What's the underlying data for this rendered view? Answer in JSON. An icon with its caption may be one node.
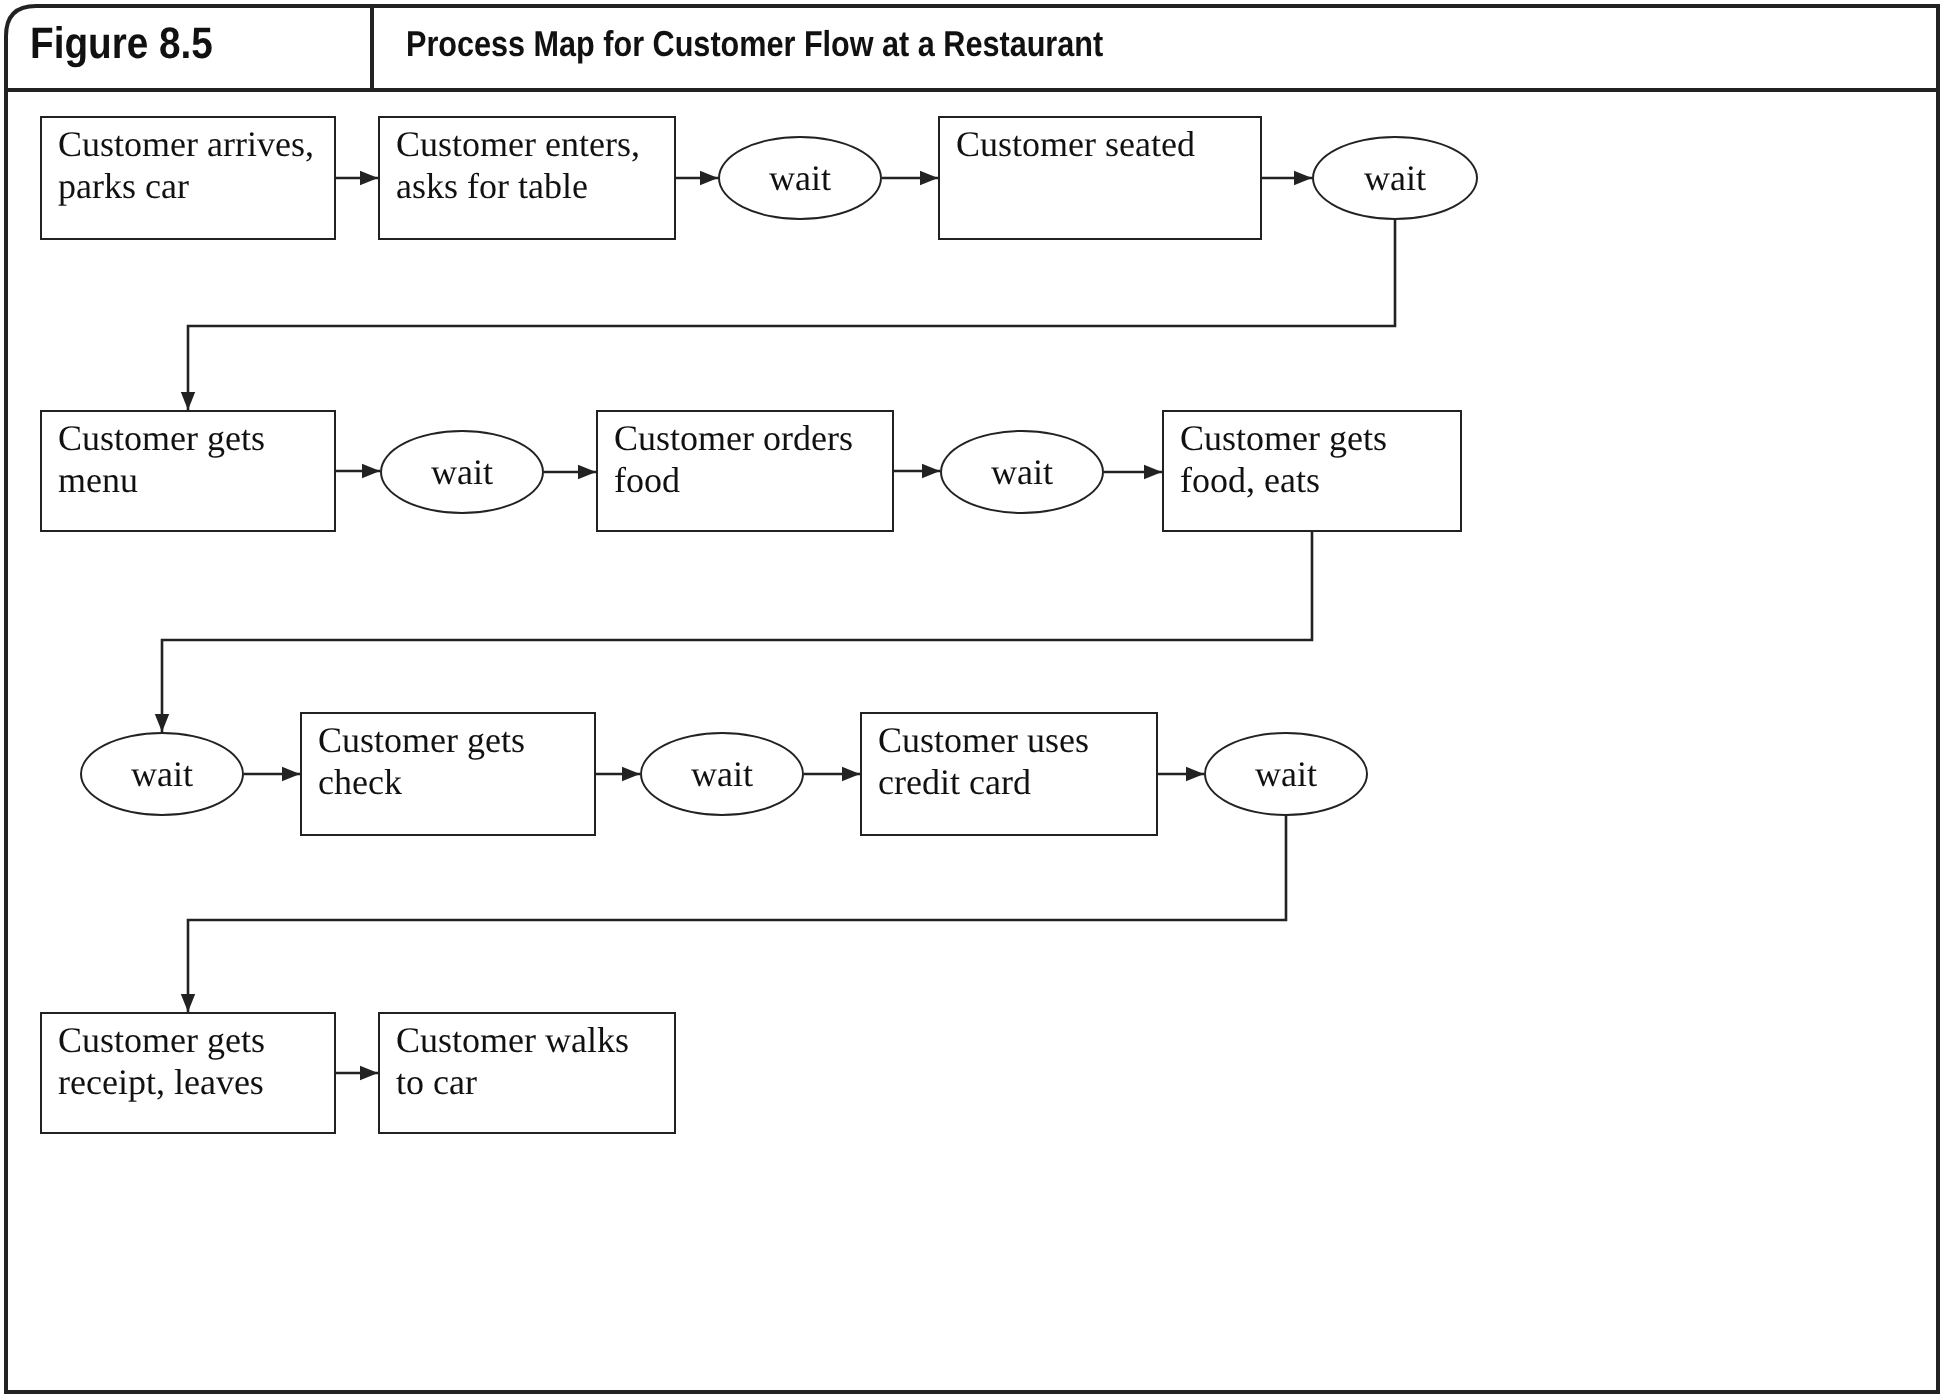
{
  "diagram": {
    "title": "Process Map for Customer Flow at a Restaurant",
    "labels": [
      "Figure 8.5"
    ],
    "nodes": [
      {
        "text": [
          "Customer arrives, parks car"
        ]
      },
      {
        "text": [
          "Customer enters, asks for table"
        ]
      },
      {
        "text": [
          "wait"
        ]
      },
      {
        "text": [
          "Customer seated"
        ]
      },
      {
        "text": [
          "wait"
        ]
      },
      {
        "text": [
          "Customer gets menu"
        ]
      },
      {
        "text": [
          "wait"
        ]
      },
      {
        "text": [
          "Customer orders food"
        ]
      },
      {
        "text": [
          "wait"
        ]
      },
      {
        "text": [
          "Customer gets food, eats"
        ]
      },
      {
        "text": [
          "wait"
        ]
      },
      {
        "text": [
          "Customer gets check"
        ]
      },
      {
        "text": [
          "wait"
        ]
      },
      {
        "text": [
          "Customer uses credit card"
        ]
      },
      {
        "text": [
          "wait"
        ]
      },
      {
        "text": [
          "Customer gets receipt, leaves"
        ]
      },
      {
        "text": [
          "Customer walks to car"
        ]
      }
    ],
    "edges": [
      {
        "from": 0,
        "to": 1,
        "arrow": "to"
      },
      {
        "from": 1,
        "to": 2,
        "arrow": "to"
      },
      {
        "from": 2,
        "to": 3,
        "arrow": "to"
      },
      {
        "from": 3,
        "to": 4,
        "arrow": "to"
      },
      {
        "from": 4,
        "to": 5,
        "arrow": "to"
      },
      {
        "from": 5,
        "to": 6,
        "arrow": "to"
      },
      {
        "from": 6,
        "to": 7,
        "arrow": "to"
      },
      {
        "from": 7,
        "to": 8,
        "arrow": "to"
      },
      {
        "from": 8,
        "to": 9,
        "arrow": "to"
      },
      {
        "from": 9,
        "to": 10,
        "arrow": "to"
      },
      {
        "from": 10,
        "to": 11,
        "arrow": "to"
      },
      {
        "from": 11,
        "to": 12,
        "arrow": "to"
      },
      {
        "from": 12,
        "to": 13,
        "arrow": "to"
      },
      {
        "from": 13,
        "to": 14,
        "arrow": "to"
      },
      {
        "from": 14,
        "to": 15,
        "arrow": "to"
      },
      {
        "from": 15,
        "to": 16,
        "arrow": "to"
      }
    ]
  }
}
